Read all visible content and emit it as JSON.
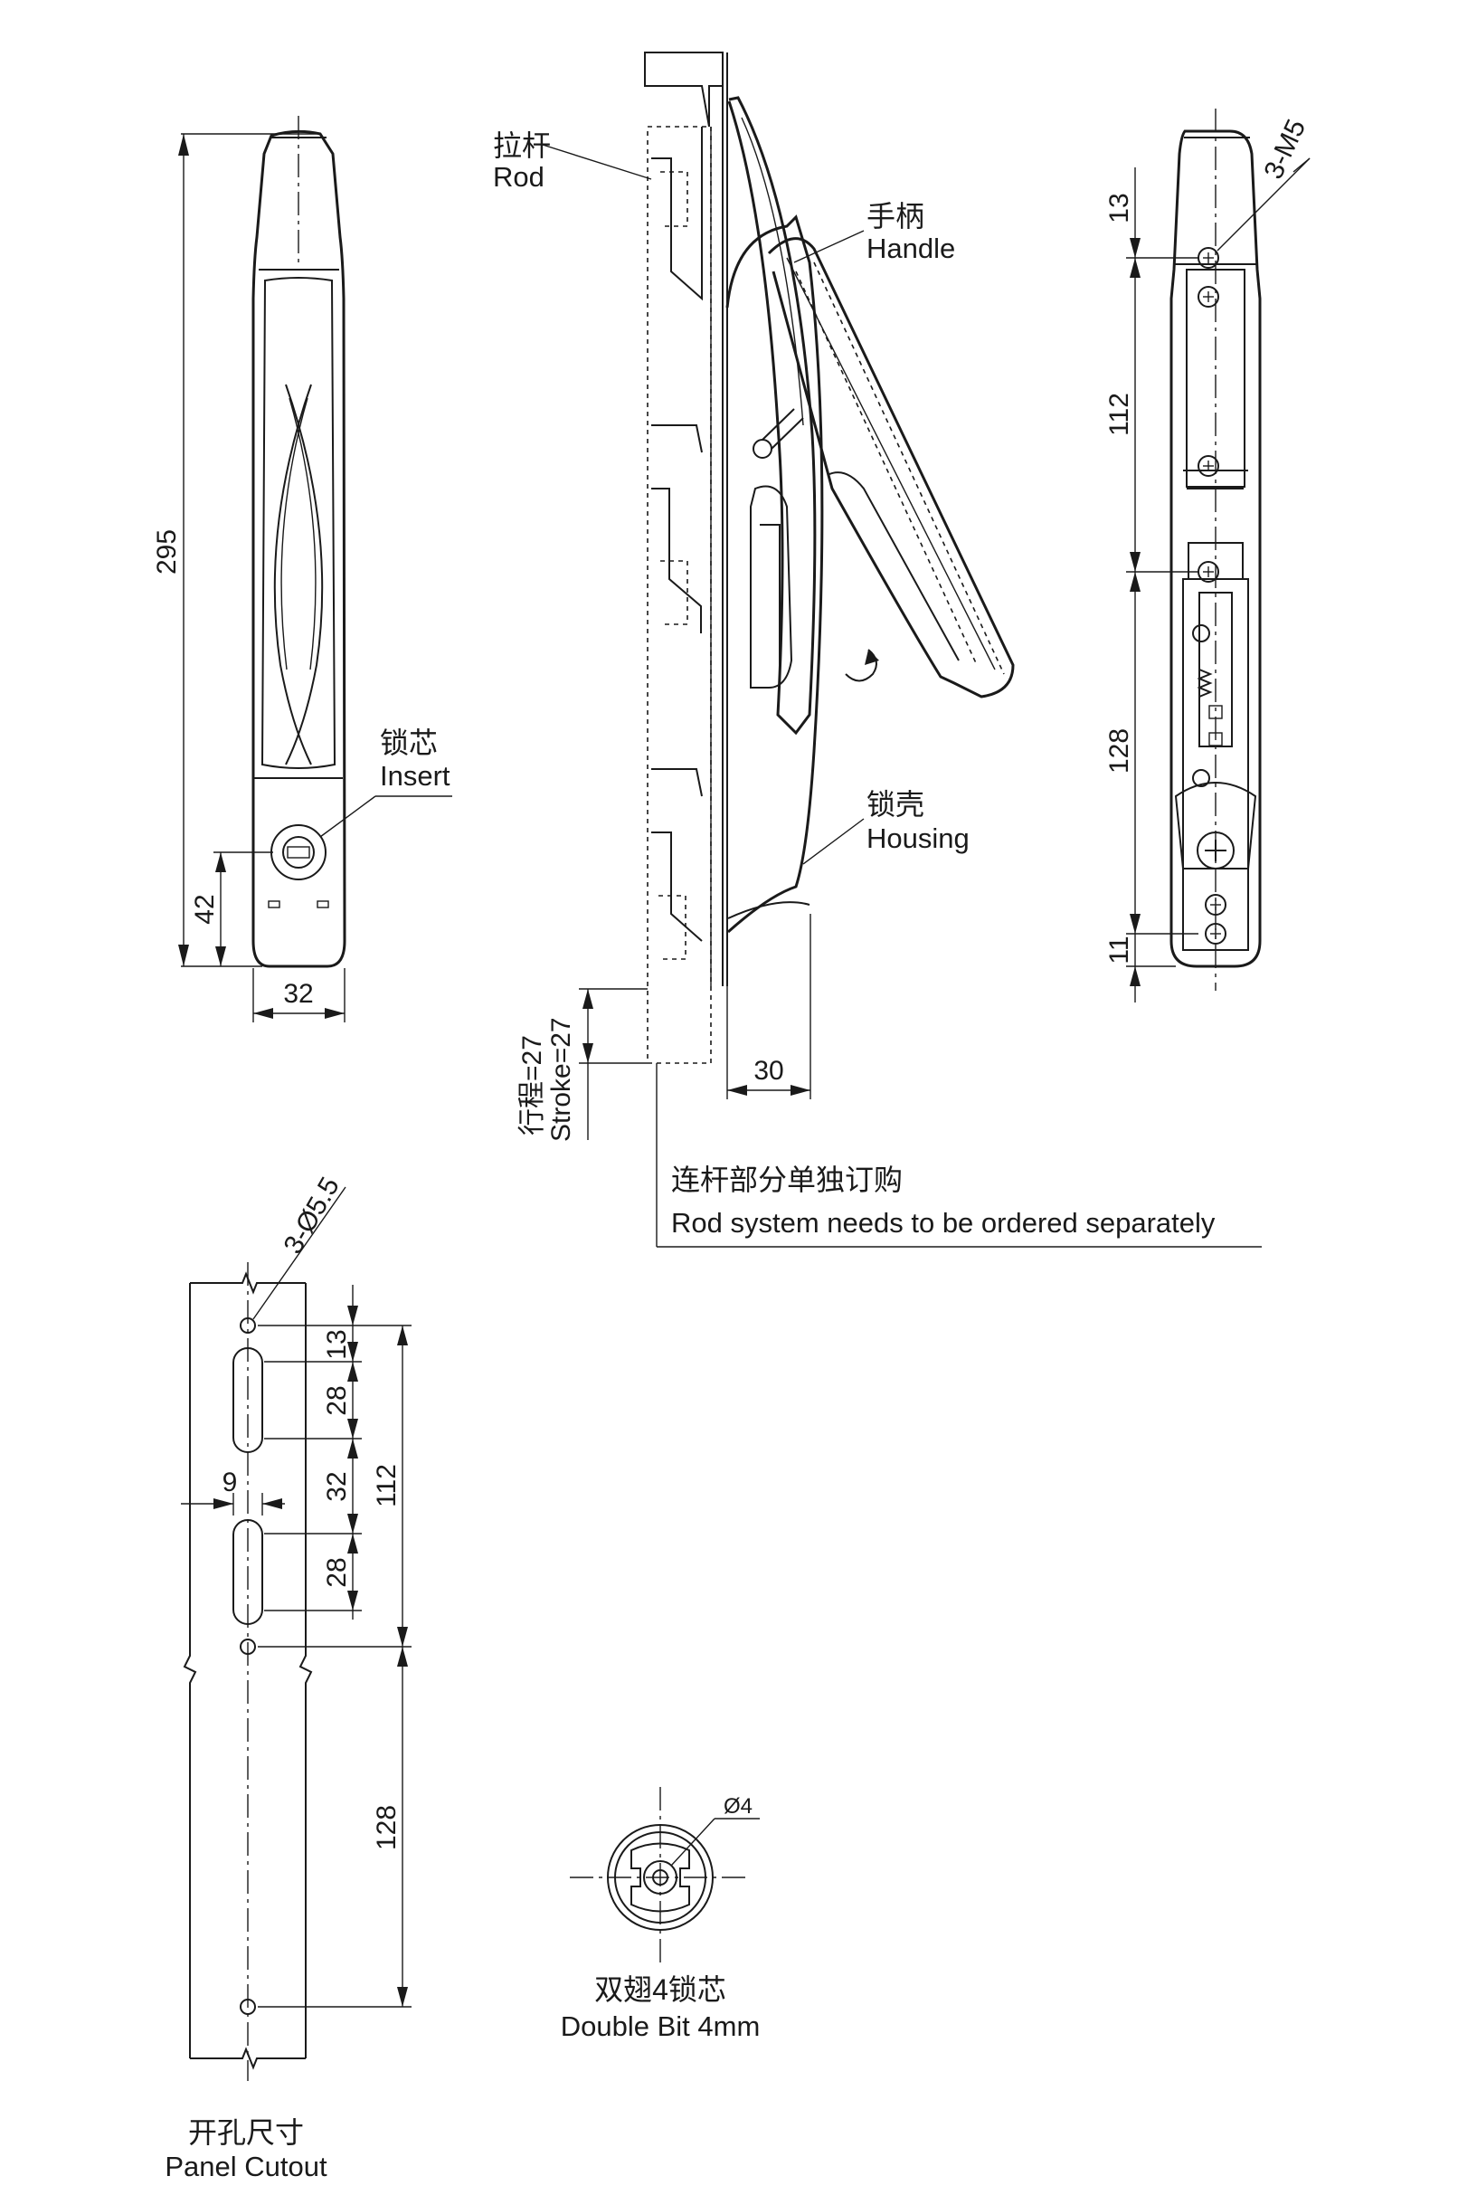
{
  "front_view": {
    "dim_height": "295",
    "dim_insert_offset": "42",
    "dim_width": "32",
    "insert_label_cn": "锁芯",
    "insert_label_en": "Insert"
  },
  "side_view": {
    "rod_label_cn": "拉杆",
    "rod_label_en": "Rod",
    "handle_label_cn": "手柄",
    "handle_label_en": "Handle",
    "housing_label_cn": "锁壳",
    "housing_label_en": "Housing",
    "stroke_cn": "行程=27",
    "stroke_en": "Stroke=27",
    "dim_depth": "30",
    "note_cn": "连杆部分单独订购",
    "note_en": "Rod system needs to be ordered separately"
  },
  "back_view": {
    "screw_label": "3-M5",
    "dim_top": "13",
    "dim_upper": "112",
    "dim_lower": "128",
    "dim_bottom": "11"
  },
  "cutout": {
    "hole_label": "3-Ø5.5",
    "dim_13": "13",
    "dim_28a": "28",
    "dim_32": "32",
    "dim_28b": "28",
    "dim_9": "9",
    "dim_112": "112",
    "dim_128": "128",
    "label_cn": "开孔尺寸",
    "label_en": "Panel Cutout"
  },
  "insert_detail": {
    "dia_label": "Ø4",
    "label_cn": "双翅4锁芯",
    "label_en": "Double Bit 4mm"
  }
}
